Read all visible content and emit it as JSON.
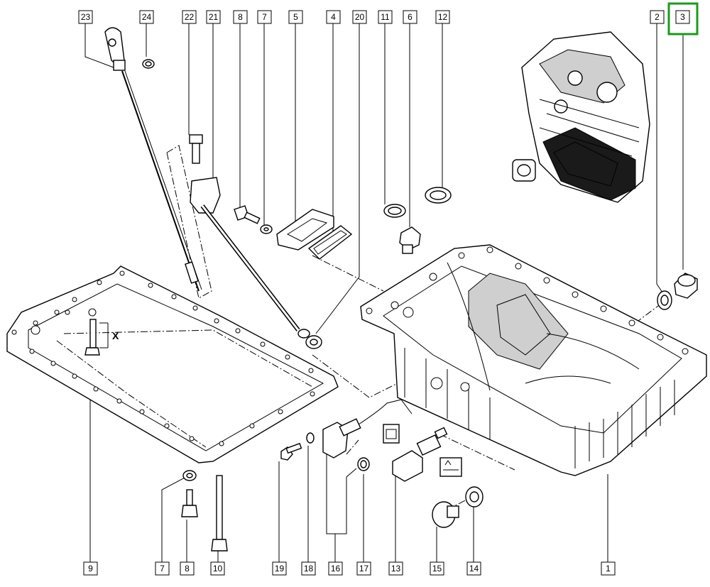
{
  "highlight_color": "#1a9a1a",
  "highlighted_callout": "3",
  "dimension_label": "X",
  "callouts": [
    {
      "id": "c23",
      "label": "23"
    },
    {
      "id": "c24",
      "label": "24"
    },
    {
      "id": "c22",
      "label": "22"
    },
    {
      "id": "c21",
      "label": "21"
    },
    {
      "id": "c8t",
      "label": "8"
    },
    {
      "id": "c7t",
      "label": "7"
    },
    {
      "id": "c5",
      "label": "5"
    },
    {
      "id": "c4",
      "label": "4"
    },
    {
      "id": "c20",
      "label": "20"
    },
    {
      "id": "c11",
      "label": "11"
    },
    {
      "id": "c6",
      "label": "6"
    },
    {
      "id": "c12",
      "label": "12"
    },
    {
      "id": "c2",
      "label": "2"
    },
    {
      "id": "c3",
      "label": "3"
    },
    {
      "id": "c9",
      "label": "9"
    },
    {
      "id": "c7b",
      "label": "7"
    },
    {
      "id": "c8b",
      "label": "8"
    },
    {
      "id": "c10",
      "label": "10"
    },
    {
      "id": "c19",
      "label": "19"
    },
    {
      "id": "c18",
      "label": "18"
    },
    {
      "id": "c16",
      "label": "16"
    },
    {
      "id": "c17",
      "label": "17"
    },
    {
      "id": "c13",
      "label": "13"
    },
    {
      "id": "c15",
      "label": "15"
    },
    {
      "id": "c14",
      "label": "14"
    },
    {
      "id": "c1",
      "label": "1"
    }
  ]
}
